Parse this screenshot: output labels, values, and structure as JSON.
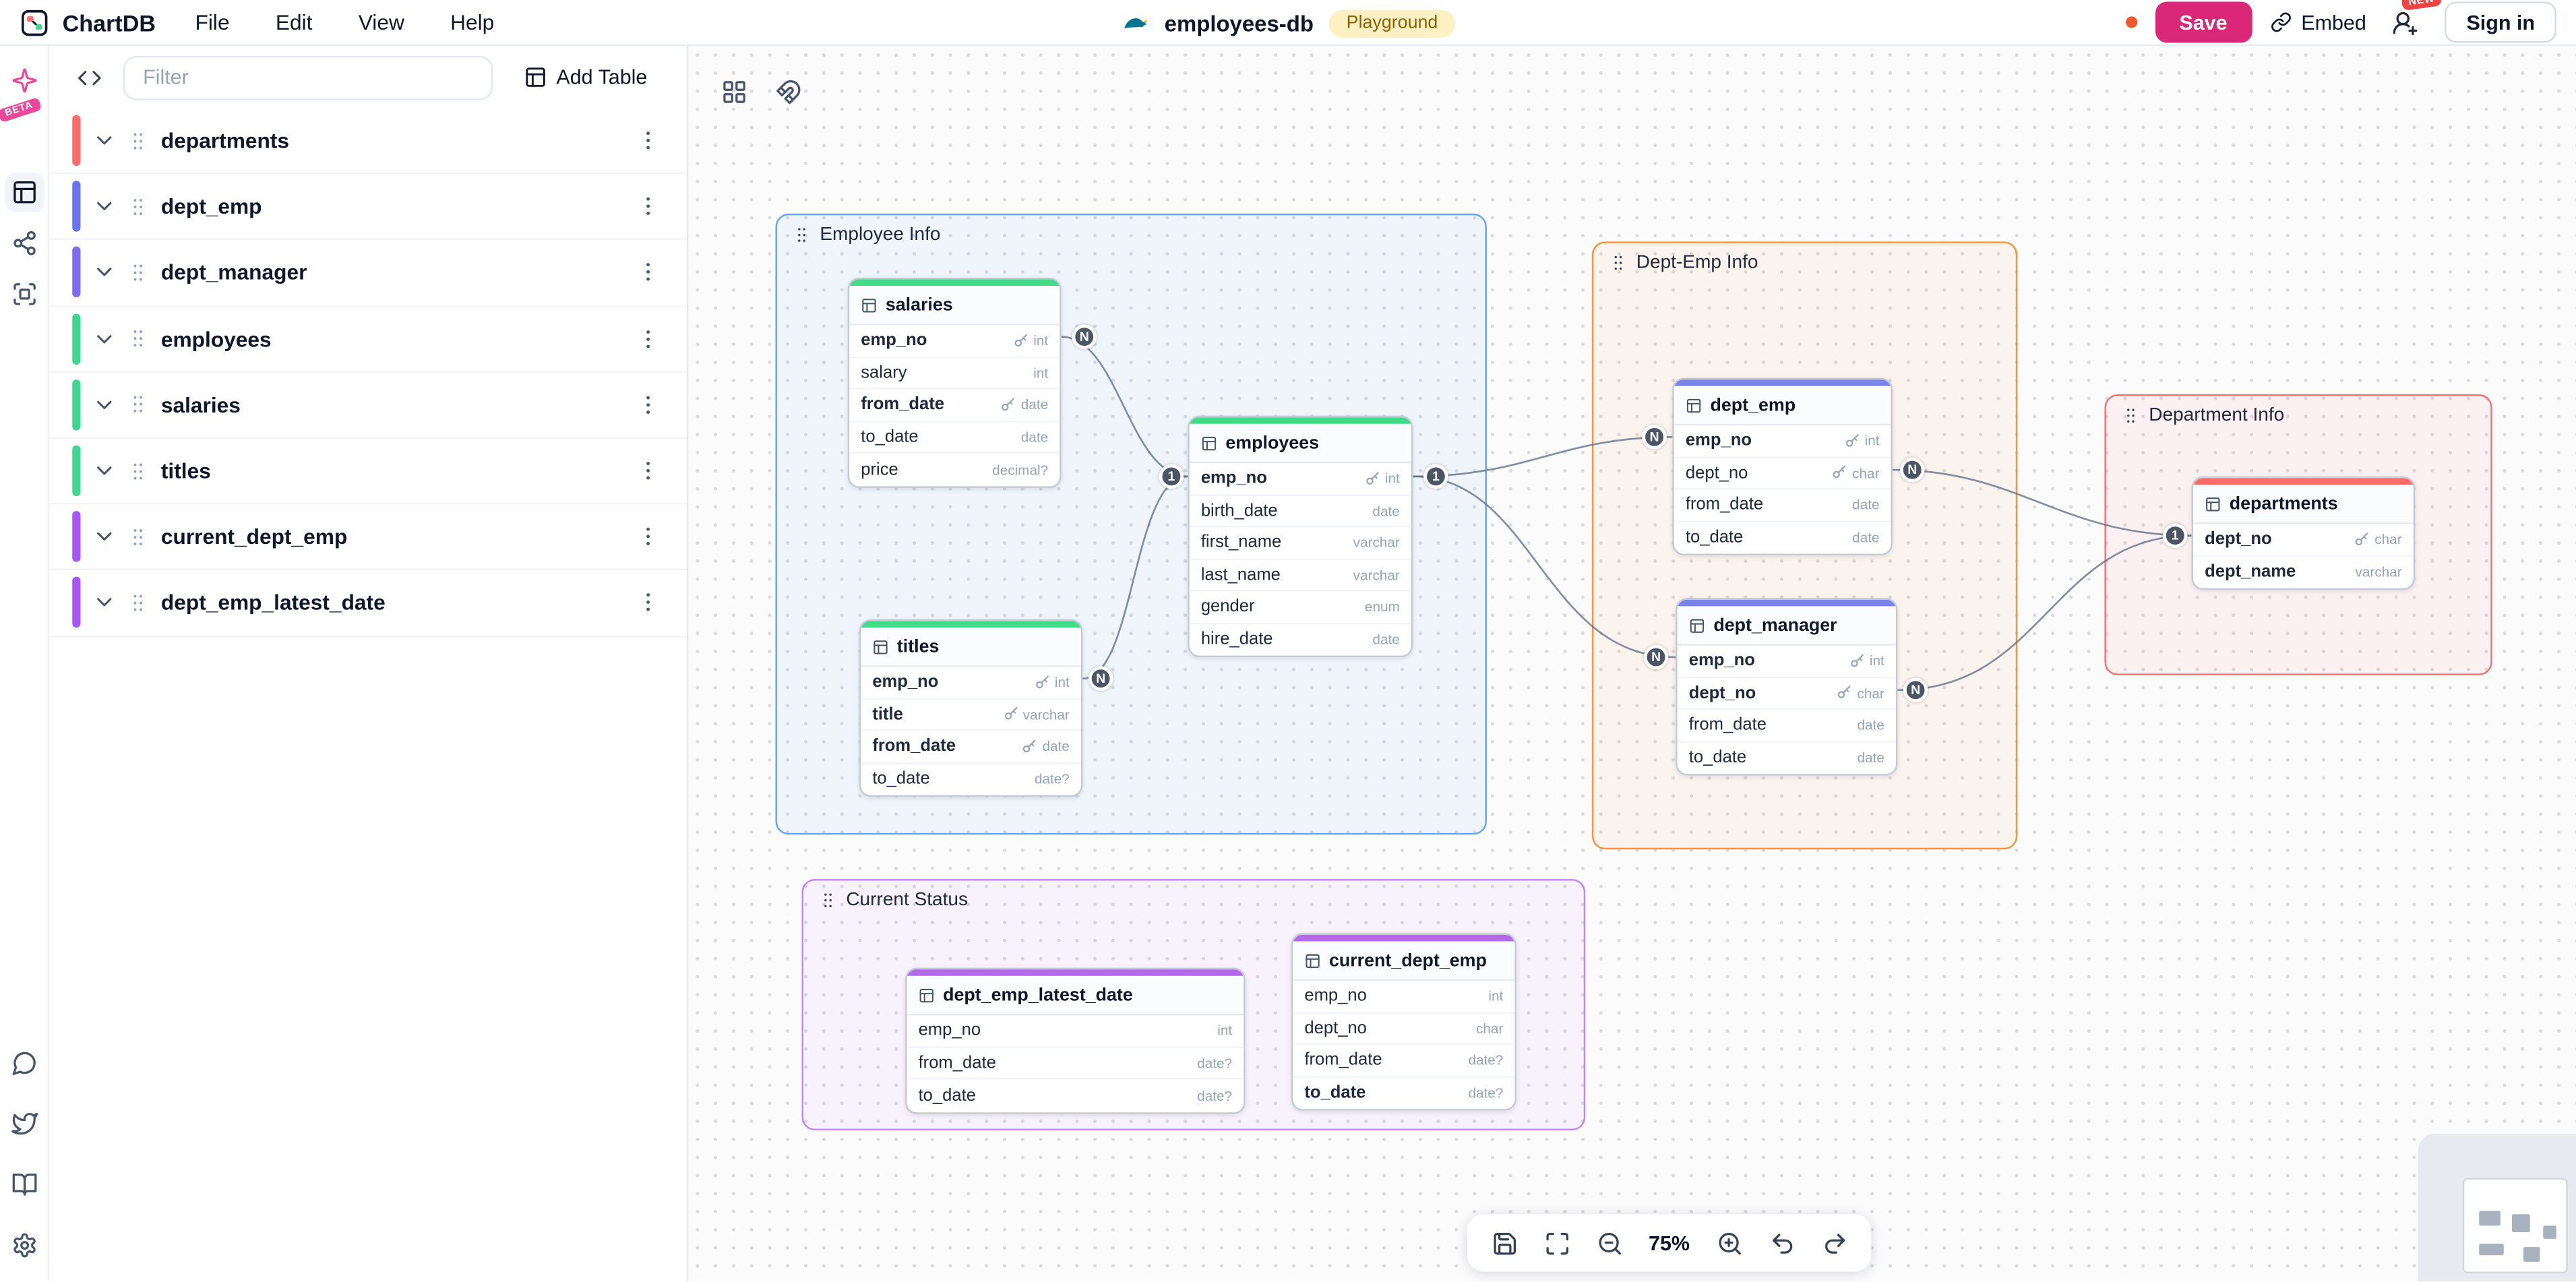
{
  "topbar": {
    "app_name": "ChartDB",
    "menus": [
      "File",
      "Edit",
      "View",
      "Help"
    ],
    "diagram_name": "employees-db",
    "env_badge": "Playground",
    "save_label": "Save",
    "embed_label": "Embed",
    "sign_in_label": "Sign in",
    "new_badge": "NEW"
  },
  "rail": {
    "beta_badge": "BETA"
  },
  "sidebar": {
    "filter_placeholder": "Filter",
    "add_table_label": "Add Table",
    "tables": [
      {
        "name": "departments",
        "color": "#ff6b6b"
      },
      {
        "name": "dept_emp",
        "color": "#6973f2"
      },
      {
        "name": "dept_manager",
        "color": "#7e6bf2"
      },
      {
        "name": "employees",
        "color": "#3fd68f"
      },
      {
        "name": "salaries",
        "color": "#3fd68f"
      },
      {
        "name": "titles",
        "color": "#3fd68f"
      },
      {
        "name": "current_dept_emp",
        "color": "#a855f7"
      },
      {
        "name": "dept_emp_latest_date",
        "color": "#a855f7"
      }
    ]
  },
  "canvas": {
    "areas": [
      {
        "name": "Employee Info",
        "color": "#60a5fa"
      },
      {
        "name": "Dept-Emp Info",
        "color": "#fb923c"
      },
      {
        "name": "Department Info",
        "color": "#f87171"
      },
      {
        "name": "Current Status",
        "color": "#c084fc"
      }
    ],
    "tables": [
      {
        "name": "salaries",
        "color": "#42db87",
        "fields": [
          {
            "name": "emp_no",
            "type": "int",
            "key": true,
            "bold": true
          },
          {
            "name": "salary",
            "type": "int",
            "key": false,
            "bold": false
          },
          {
            "name": "from_date",
            "type": "date",
            "key": true,
            "bold": true
          },
          {
            "name": "to_date",
            "type": "date",
            "key": false,
            "bold": false
          },
          {
            "name": "price",
            "type": "decimal?",
            "key": false,
            "bold": false
          }
        ]
      },
      {
        "name": "titles",
        "color": "#42db87",
        "fields": [
          {
            "name": "emp_no",
            "type": "int",
            "key": true,
            "bold": true
          },
          {
            "name": "title",
            "type": "varchar",
            "key": true,
            "bold": true
          },
          {
            "name": "from_date",
            "type": "date",
            "key": true,
            "bold": true
          },
          {
            "name": "to_date",
            "type": "date?",
            "key": false,
            "bold": false
          }
        ]
      },
      {
        "name": "employees",
        "color": "#42db87",
        "fields": [
          {
            "name": "emp_no",
            "type": "int",
            "key": true,
            "bold": true
          },
          {
            "name": "birth_date",
            "type": "date",
            "key": false,
            "bold": false
          },
          {
            "name": "first_name",
            "type": "varchar",
            "key": false,
            "bold": false
          },
          {
            "name": "last_name",
            "type": "varchar",
            "key": false,
            "bold": false
          },
          {
            "name": "gender",
            "type": "enum",
            "key": false,
            "bold": false
          },
          {
            "name": "hire_date",
            "type": "date",
            "key": false,
            "bold": false
          }
        ]
      },
      {
        "name": "dept_emp",
        "color": "#7b83eb",
        "fields": [
          {
            "name": "emp_no",
            "type": "int",
            "key": true,
            "bold": true
          },
          {
            "name": "dept_no",
            "type": "char",
            "key": true,
            "bold": false
          },
          {
            "name": "from_date",
            "type": "date",
            "key": false,
            "bold": false
          },
          {
            "name": "to_date",
            "type": "date",
            "key": false,
            "bold": false
          }
        ]
      },
      {
        "name": "dept_manager",
        "color": "#7b83eb",
        "fields": [
          {
            "name": "emp_no",
            "type": "int",
            "key": true,
            "bold": true
          },
          {
            "name": "dept_no",
            "type": "char",
            "key": true,
            "bold": true
          },
          {
            "name": "from_date",
            "type": "date",
            "key": false,
            "bold": false
          },
          {
            "name": "to_date",
            "type": "date",
            "key": false,
            "bold": false
          }
        ]
      },
      {
        "name": "departments",
        "color": "#ff6b6b",
        "fields": [
          {
            "name": "dept_no",
            "type": "char",
            "key": true,
            "bold": true
          },
          {
            "name": "dept_name",
            "type": "varchar",
            "key": false,
            "bold": true
          }
        ]
      },
      {
        "name": "dept_emp_latest_date",
        "color": "#b469e8",
        "fields": [
          {
            "name": "emp_no",
            "type": "int",
            "key": false,
            "bold": false
          },
          {
            "name": "from_date",
            "type": "date?",
            "key": false,
            "bold": false
          },
          {
            "name": "to_date",
            "type": "date?",
            "key": false,
            "bold": false
          }
        ]
      },
      {
        "name": "current_dept_emp",
        "color": "#b469e8",
        "fields": [
          {
            "name": "emp_no",
            "type": "int",
            "key": false,
            "bold": false
          },
          {
            "name": "dept_no",
            "type": "char",
            "key": false,
            "bold": false
          },
          {
            "name": "from_date",
            "type": "date?",
            "key": false,
            "bold": false
          },
          {
            "name": "to_date",
            "type": "date?",
            "key": false,
            "bold": true
          }
        ]
      }
    ],
    "badges": [
      {
        "label": "N"
      },
      {
        "label": "N"
      },
      {
        "label": "1"
      },
      {
        "label": "1"
      },
      {
        "label": "N"
      },
      {
        "label": "N"
      },
      {
        "label": "N"
      },
      {
        "label": "N"
      },
      {
        "label": "1"
      }
    ]
  },
  "toolbar": {
    "zoom_level": "75%"
  },
  "colors": {
    "save_button": "#db2777",
    "playground_badge_bg": "#fdf0c2",
    "playground_badge_text": "#8a6100",
    "unsaved_dot": "#f2572e",
    "new_badge": "#ef4444",
    "beta_badge": "#ec4899",
    "relationship_edge": "#64748b",
    "cardinality_badge": "#4b5563"
  }
}
